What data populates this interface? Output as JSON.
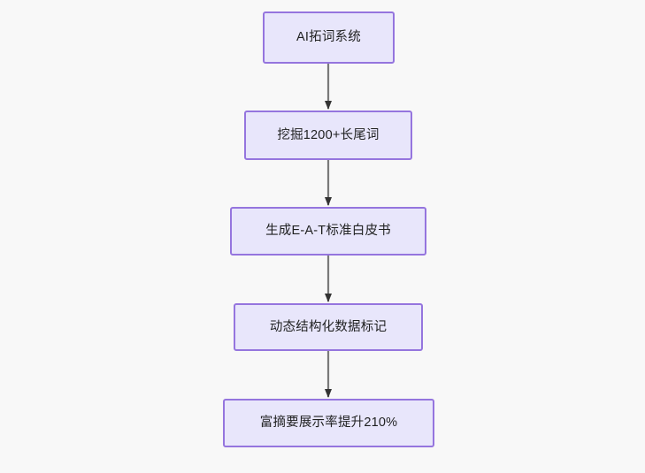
{
  "diagram": {
    "type": "flowchart",
    "direction": "top-to-bottom",
    "background_color": "#f8f8f8",
    "node_fill_color": "#e8e6fb",
    "node_border_color": "#9575de",
    "node_text_color": "#1f2020",
    "edge_line_color": "#7a7a7a",
    "edge_arrowhead_color": "#333333",
    "nodes": [
      {
        "id": "node-0",
        "label": "AI拓词系统"
      },
      {
        "id": "node-1",
        "label": "挖掘1200+长尾词"
      },
      {
        "id": "node-2",
        "label": "生成E-A-T标准白皮书"
      },
      {
        "id": "node-3",
        "label": "动态结构化数据标记"
      },
      {
        "id": "node-4",
        "label": "富摘要展示率提升210%"
      }
    ],
    "edges": [
      {
        "id": "edge-0",
        "from": "node-0",
        "to": "node-1",
        "label": ""
      },
      {
        "id": "edge-1",
        "from": "node-1",
        "to": "node-2",
        "label": ""
      },
      {
        "id": "edge-2",
        "from": "node-2",
        "to": "node-3",
        "label": ""
      },
      {
        "id": "edge-3",
        "from": "node-3",
        "to": "node-4",
        "label": ""
      }
    ]
  }
}
